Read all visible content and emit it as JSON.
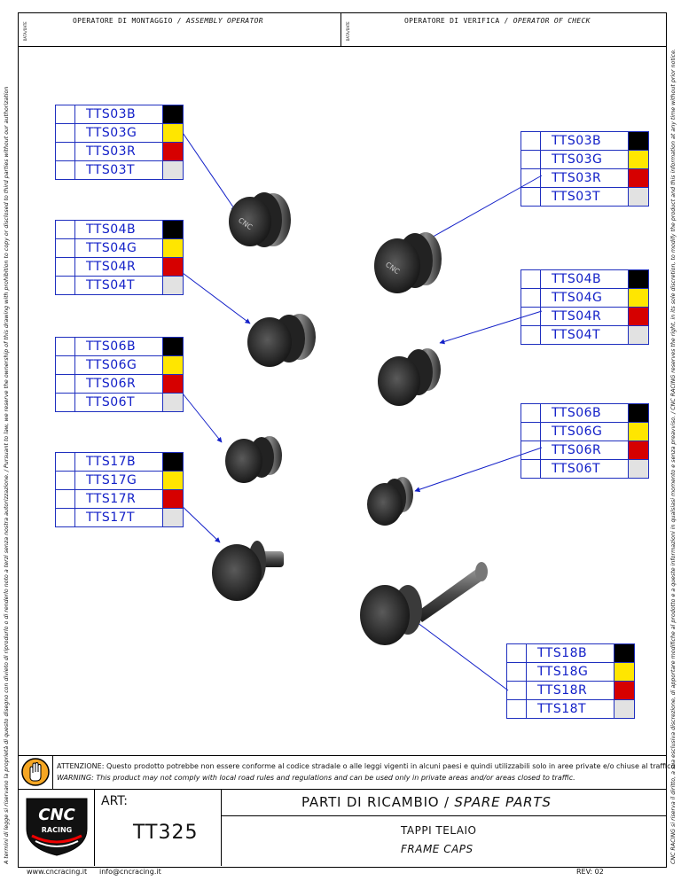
{
  "header": {
    "assembly_operator": "OPERATORE DI MONTAGGIO / ",
    "assembly_operator_en": "ASSEMBLY OPERATOR",
    "check_operator": "OPERATORE DI VERIFICA / ",
    "check_operator_en": "OPERATOR OF CHECK",
    "date_label_left": "DATA/DATE",
    "date_label_right": "DATA/DATE"
  },
  "legal": {
    "left": "A termini di legge si riservano la proprietà di questo disegno con divieto di riprodurlo o di renderlo noto a terzi senza nostra autorizzazione. / Pursuant to law, we reserve the ownership of this drawing with prohibition to copy or disclosed to third parties without our authorization",
    "right": "CNC RACING si riserva il diritto, a sua esclusiva discrezione, di apportare modifiche al prodotto e a queste informazioni in qualsiasi momento e senza preavviso. / CNC RACING reserves the right, in its sole discretion, to modify the product and this information at any time without prior notice."
  },
  "colors": {
    "black": "#000000",
    "yellow": "#ffe600",
    "red": "#d60000",
    "titanium": "#e2e2e2",
    "blue": "#1320c8"
  },
  "tables": [
    {
      "id": "tts03-left",
      "codes": [
        "TTS03B",
        "TTS03G",
        "TTS03R",
        "TTS03T"
      ]
    },
    {
      "id": "tts04-left",
      "codes": [
        "TTS04B",
        "TTS04G",
        "TTS04R",
        "TTS04T"
      ]
    },
    {
      "id": "tts06-left",
      "codes": [
        "TTS06B",
        "TTS06G",
        "TTS06R",
        "TTS06T"
      ]
    },
    {
      "id": "tts17-left",
      "codes": [
        "TTS17B",
        "TTS17G",
        "TTS17R",
        "TTS17T"
      ]
    },
    {
      "id": "tts03-right",
      "codes": [
        "TTS03B",
        "TTS03G",
        "TTS03R",
        "TTS03T"
      ]
    },
    {
      "id": "tts04-right",
      "codes": [
        "TTS04B",
        "TTS04G",
        "TTS04R",
        "TTS04T"
      ]
    },
    {
      "id": "tts06-right",
      "codes": [
        "TTS06B",
        "TTS06G",
        "TTS06R",
        "TTS06T"
      ]
    },
    {
      "id": "tts18-right",
      "codes": [
        "TTS18B",
        "TTS18G",
        "TTS18R",
        "TTS18T"
      ]
    }
  ],
  "warning": {
    "it_label": "ATTENZIONE:",
    "it": "Questo prodotto potrebbe non essere conforme al codice stradale o alle leggi vigenti in alcuni paesi e quindi utilizzabili solo in aree private e/o chiuse al traffico",
    "en_label": "WARNING:",
    "en": "This product may not comply with local road rules and regulations and can be used only in private areas and/or areas closed to traffic."
  },
  "title_block": {
    "logo_text_top": "CNC",
    "logo_text_bottom": "RACING",
    "art_label": "ART:",
    "art_code": "TT325",
    "title_it": "PARTI DI RICAMBIO / ",
    "title_en": "SPARE PARTS",
    "desc_it": "TAPPI TELAIO",
    "desc_en": "FRAME CAPS",
    "website": "www.cncracing.it",
    "email": "info@cncracing.it",
    "revision": "REV: 02"
  }
}
